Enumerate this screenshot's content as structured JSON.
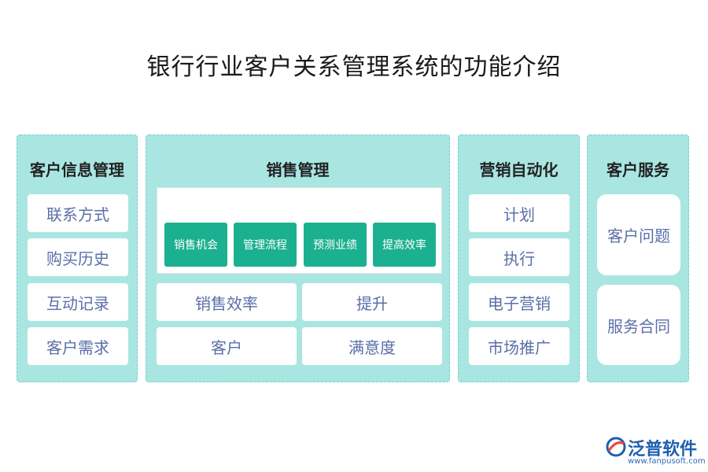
{
  "title": "银行行业客户关系管理系统的功能介绍",
  "columns": {
    "customer_info": {
      "heading": "客户信息管理",
      "items": [
        "联系方式",
        "购买历史",
        "互动记录",
        "客户需求"
      ]
    },
    "sales": {
      "heading": "销售管理",
      "chips": [
        "销售机会",
        "管理流程",
        "预测业绩",
        "提高效率"
      ],
      "items": [
        "销售效率",
        "提升",
        "客户",
        "满意度"
      ]
    },
    "marketing": {
      "heading": "营销自动化",
      "items": [
        "计划",
        "执行",
        "电子营销",
        "市场推广"
      ]
    },
    "service": {
      "heading": "客户服务",
      "items": [
        "客户问题",
        "服务合同"
      ]
    }
  },
  "logo": {
    "name": "泛普软件",
    "url": "www.fanpusoft.com"
  },
  "colors": {
    "panel": "#a9e6e2",
    "chip": "#1bb08f",
    "card_text": "#5b6fa8"
  }
}
